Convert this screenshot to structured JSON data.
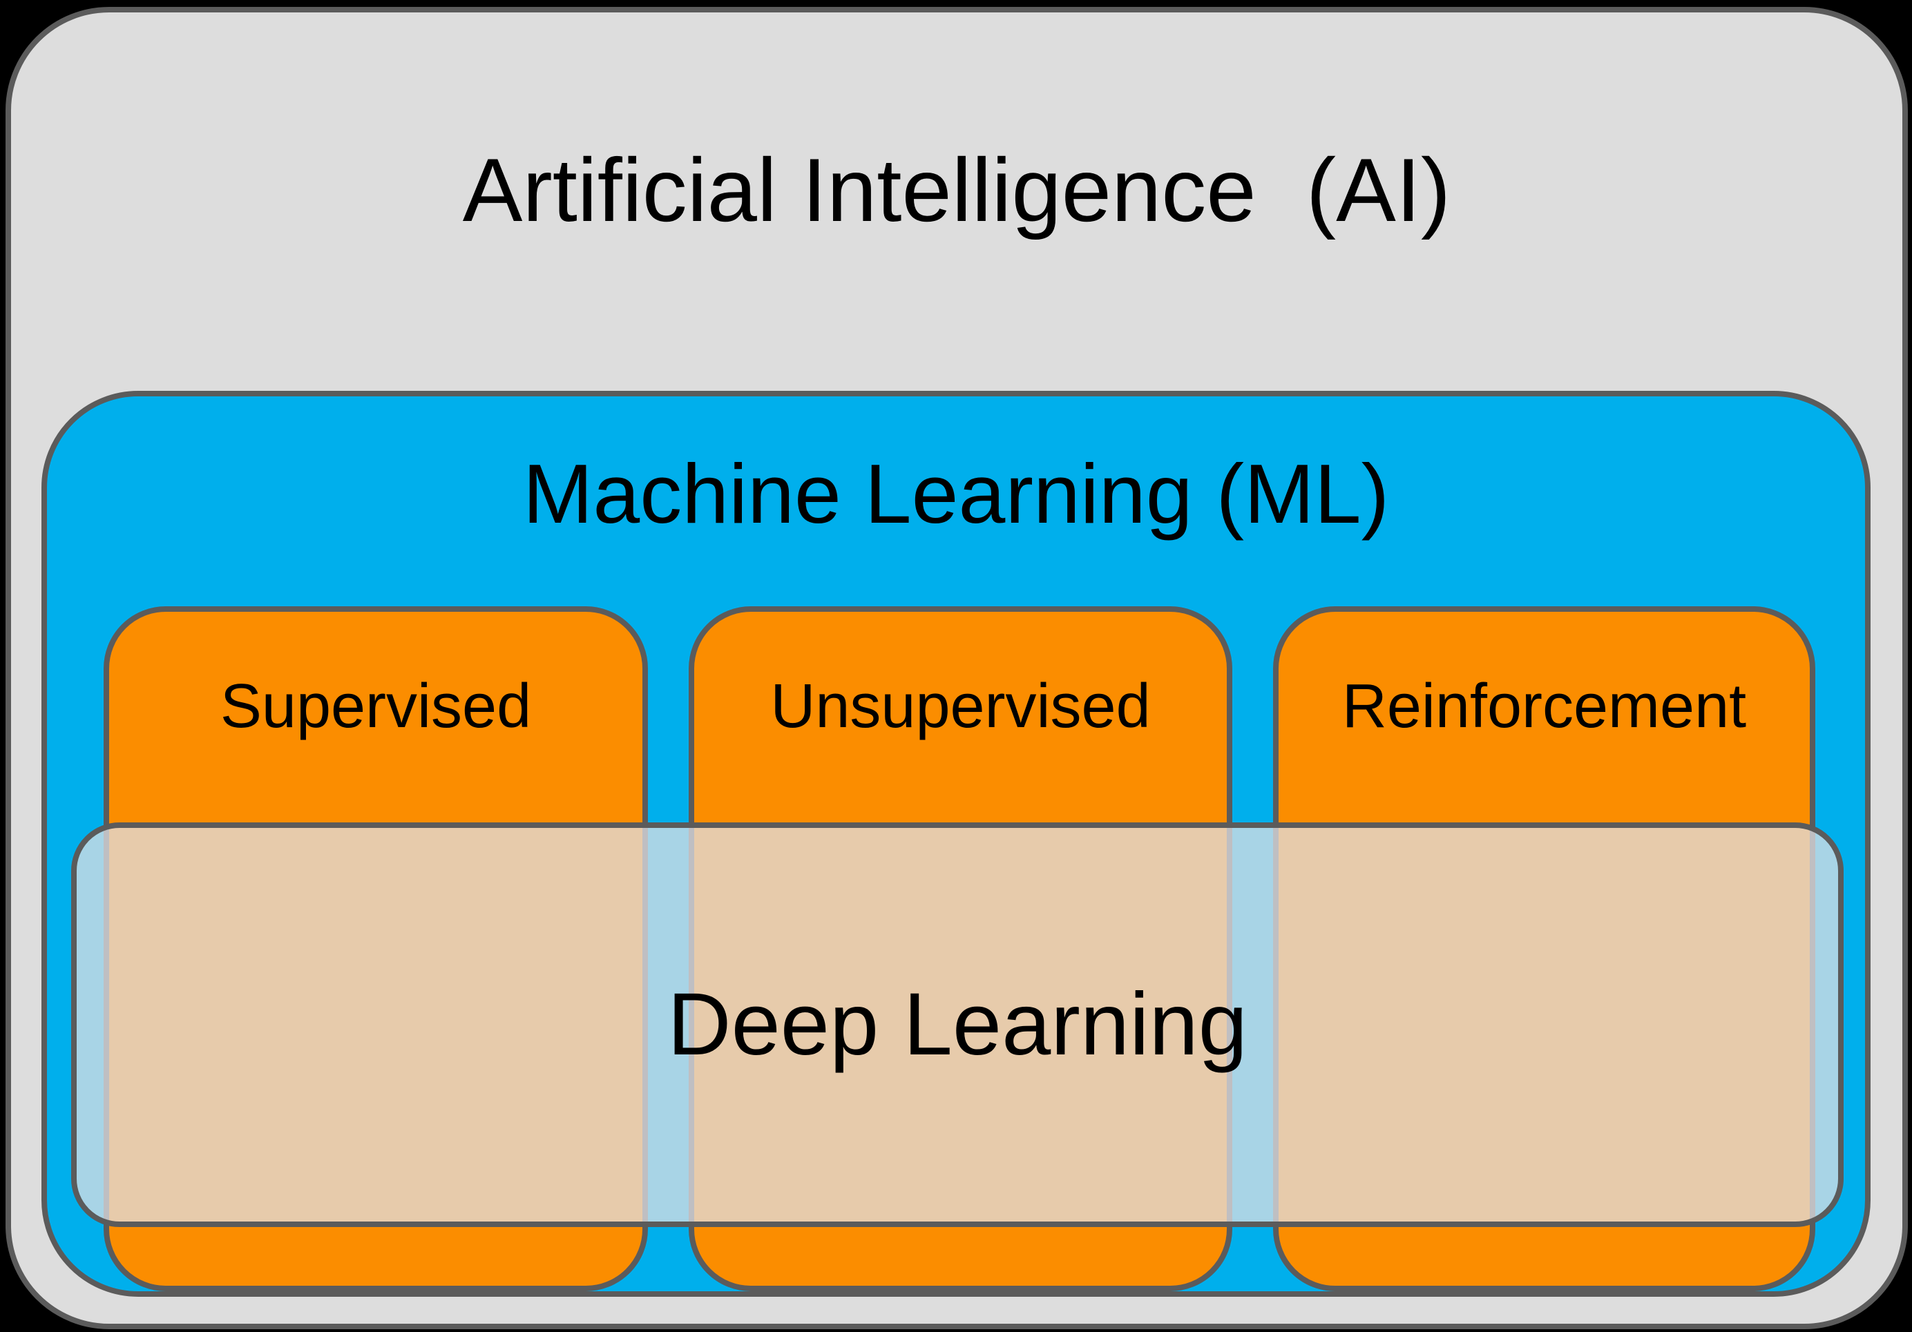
{
  "diagram": {
    "ai": {
      "label": "Artificial Intelligence  (AI)"
    },
    "ml": {
      "label": "Machine Learning (ML)"
    },
    "branches": [
      {
        "id": "supervised",
        "label": "Supervised"
      },
      {
        "id": "unsupervised",
        "label": "Unsupervised"
      },
      {
        "id": "reinforcement",
        "label": "Reinforcement"
      }
    ],
    "deep_learning": {
      "label": "Deep Learning"
    },
    "colors": {
      "page_bg": "#000000",
      "ai_fill": "#DDDDDD",
      "ml_fill": "#00AFEC",
      "branch_fill": "#FB8D00",
      "overlay_fill": "rgba(224,224,228,0.75)",
      "border": "#5B5B5B",
      "text": "#000000"
    }
  }
}
